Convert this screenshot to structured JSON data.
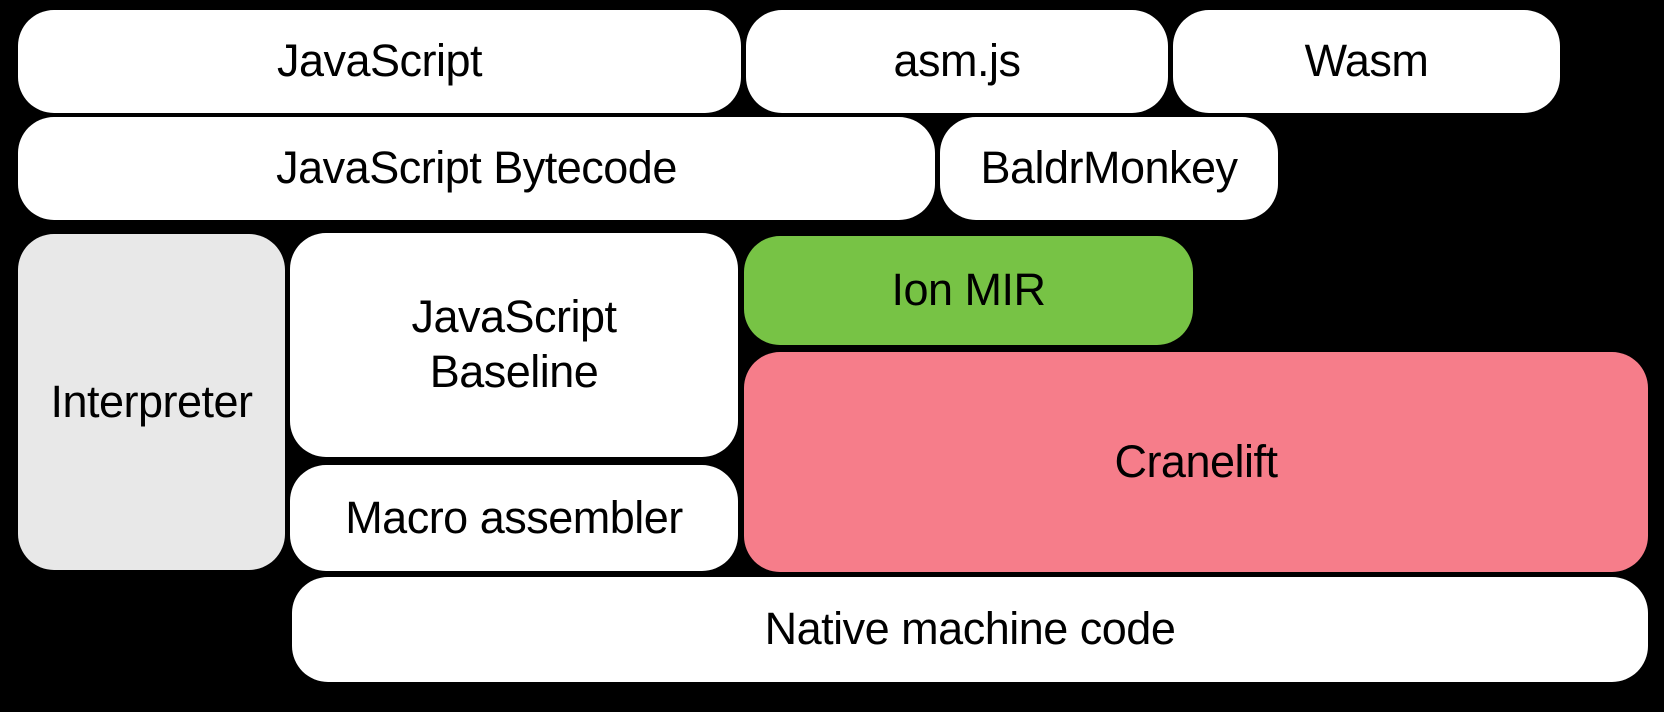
{
  "diagram": {
    "title": "SpiderMonkey compiler pipeline diagram",
    "background_color": "#000000",
    "text_color": "#000000",
    "colors": {
      "default_box": "#ffffff",
      "interpreter_box": "#e8e8e8",
      "ion_mir_box": "#77c345",
      "cranelift_box": "#f67d8a"
    },
    "nodes": {
      "javascript": {
        "label": "JavaScript"
      },
      "asmjs": {
        "label": "asm.js"
      },
      "wasm": {
        "label": "Wasm"
      },
      "javascript_bytecode": {
        "label": "JavaScript Bytecode"
      },
      "baldrmonkey": {
        "label": "BaldrMonkey"
      },
      "interpreter": {
        "label": "Interpreter"
      },
      "javascript_baseline": {
        "label": "JavaScript\nBaseline"
      },
      "ion_mir": {
        "label": "Ion MIR"
      },
      "cranelift": {
        "label": "Cranelift"
      },
      "macro_assembler": {
        "label": "Macro assembler"
      },
      "native_machine_code": {
        "label": "Native machine code"
      }
    }
  }
}
